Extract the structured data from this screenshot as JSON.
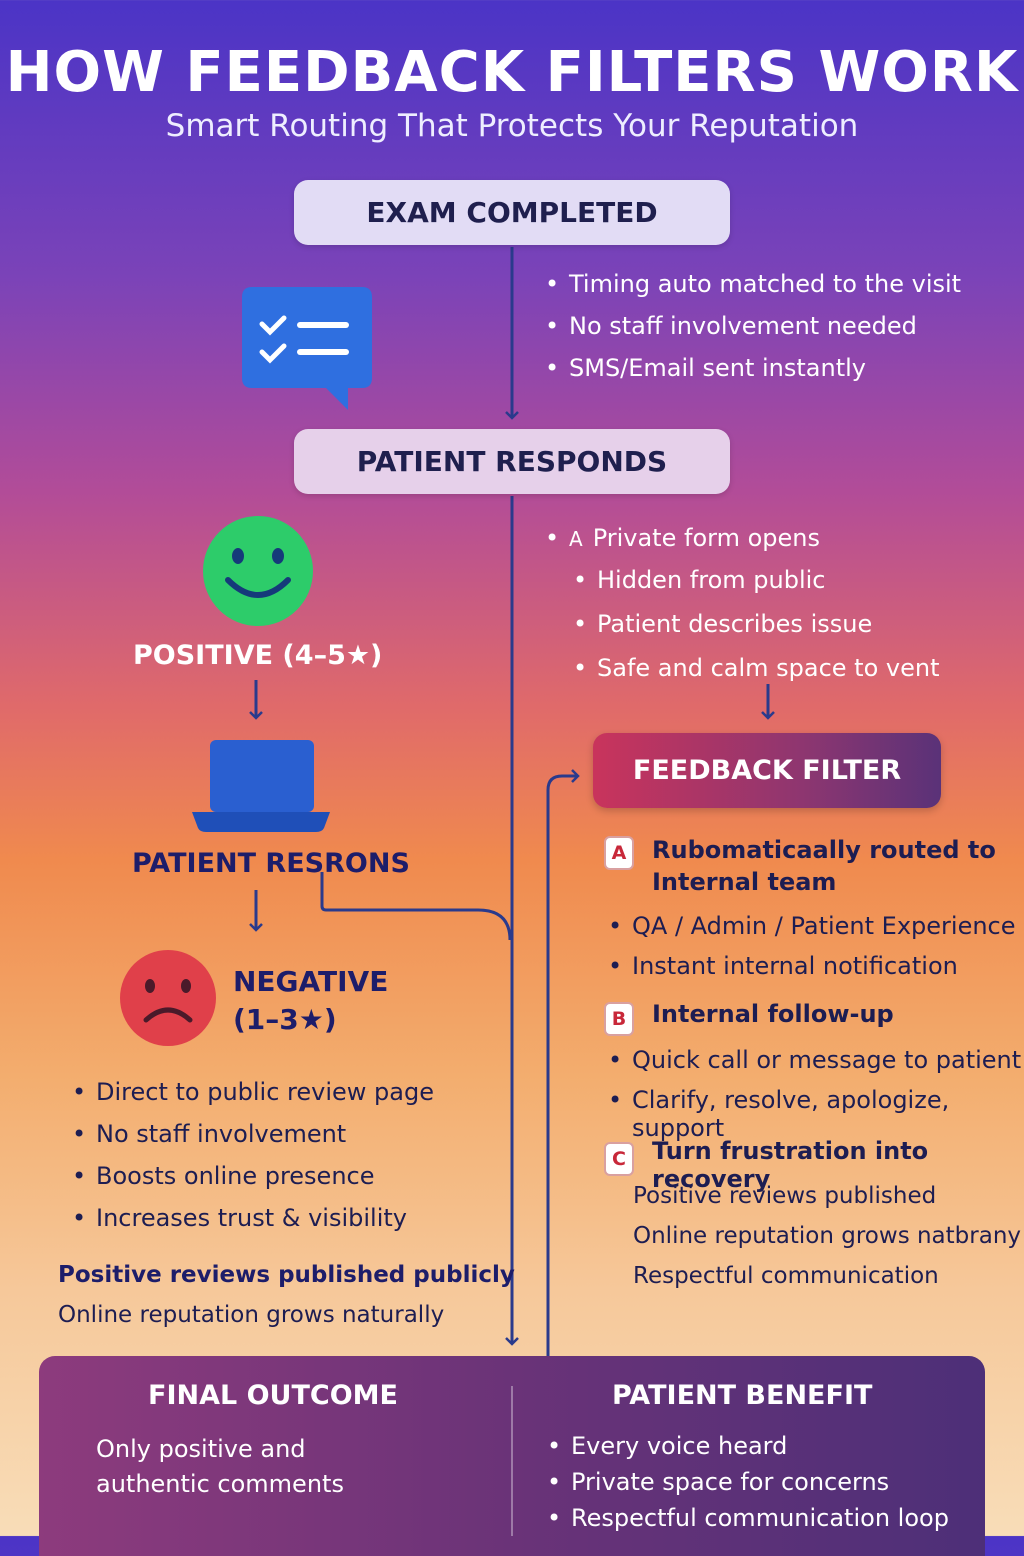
{
  "header": {
    "title": "HOW FEEDBACK FILTERS WORK",
    "subtitle": "Smart Routing That Protects Your Reputation"
  },
  "flow": {
    "exam_completed": "EXAM COMPLETED",
    "patient_responds": "PATIENT RESPONDS",
    "exam_bullets": [
      "Timing auto matched to the visit",
      "No staff involvement needed",
      "SMS/Email sent instantly"
    ],
    "private_marker": "A",
    "private_form": "Private form opens",
    "private_bullets": [
      "Hidden from public",
      "Patient describes issue",
      "Safe and calm space to vent"
    ]
  },
  "left": {
    "positive_label": "POSITIVE (4–5★)",
    "patient_resprons": "PATIENT RESRONS",
    "negative_line1": "NEGATIVE",
    "negative_line2": "(1–3★)",
    "bullets": [
      "Direct to public review page",
      "No staff involvement",
      "Boosts online presence",
      "Increases trust & visibility"
    ],
    "note_bold": "Positive reviews published publicly",
    "note": "Online reputation grows naturally"
  },
  "filter": {
    "title": "FEEDBACK FILTER",
    "step_a_badge": "A",
    "step_a_line1": "Rubomaticaally routed to",
    "step_a_line2": "Internal team",
    "step_a_bullets": [
      "QA / Admin / Patient Experience",
      "Instant internal notification"
    ],
    "step_b_badge": "B",
    "step_b_title": "Internal follow-up",
    "step_b_bullets": [
      "Quick call or message to patient",
      "Clarify, resolve, apologize, support"
    ],
    "step_c_badge": "C",
    "step_c_title": "Turn frustration into recovery",
    "step_c_lines": [
      "Positive reviews published",
      "Online reputation grows natbrany",
      "Respectful communication"
    ]
  },
  "bottom": {
    "final_title": "FINAL OUTCOME",
    "final_text": "Only positive and authentic comments",
    "benefit_title": "PATIENT BENEFIT",
    "benefit_bullets": [
      "Every voice heard",
      "Private space for concerns",
      "Respectful communication loop"
    ]
  },
  "colors": {
    "line": "#2a3a8c",
    "smiley": "#2dcc6a",
    "frown": "#e0404a",
    "chat": "#2f6fe0",
    "laptop": "#2a5fd0"
  }
}
